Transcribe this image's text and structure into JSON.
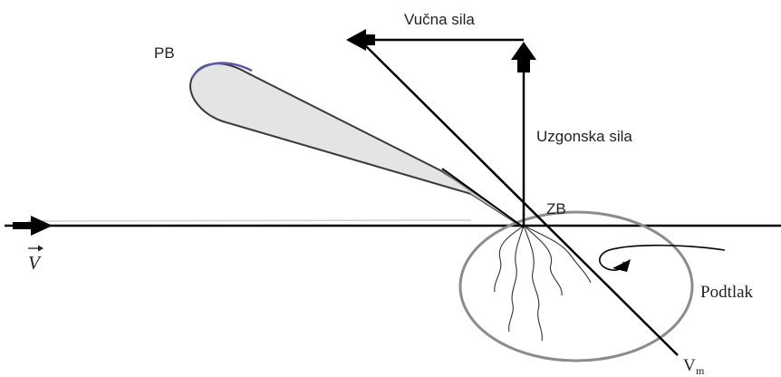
{
  "labels": {
    "leading_edge": "PB",
    "trailing_edge": "ZB",
    "drag_force": "Vučna sila",
    "lift_force": "Uzgonska sila",
    "low_pressure": "Podtlak",
    "velocity_symbol": "V",
    "resultant_symbol": "V",
    "resultant_subscript": "m"
  },
  "colors": {
    "lines": "#000000",
    "blade_fill": "#e4e4e4",
    "blade_edge": "#3a3a3a",
    "leading_edge_highlight": "#5a5aa8",
    "pressure_circle": "#8c8c8c"
  },
  "icons": {
    "velocity_arrow": "arrow-right-icon",
    "drag_arrow": "arrow-left-icon",
    "lift_arrow": "arrow-up-icon",
    "vector_overline": "vector-arrow-icon"
  }
}
